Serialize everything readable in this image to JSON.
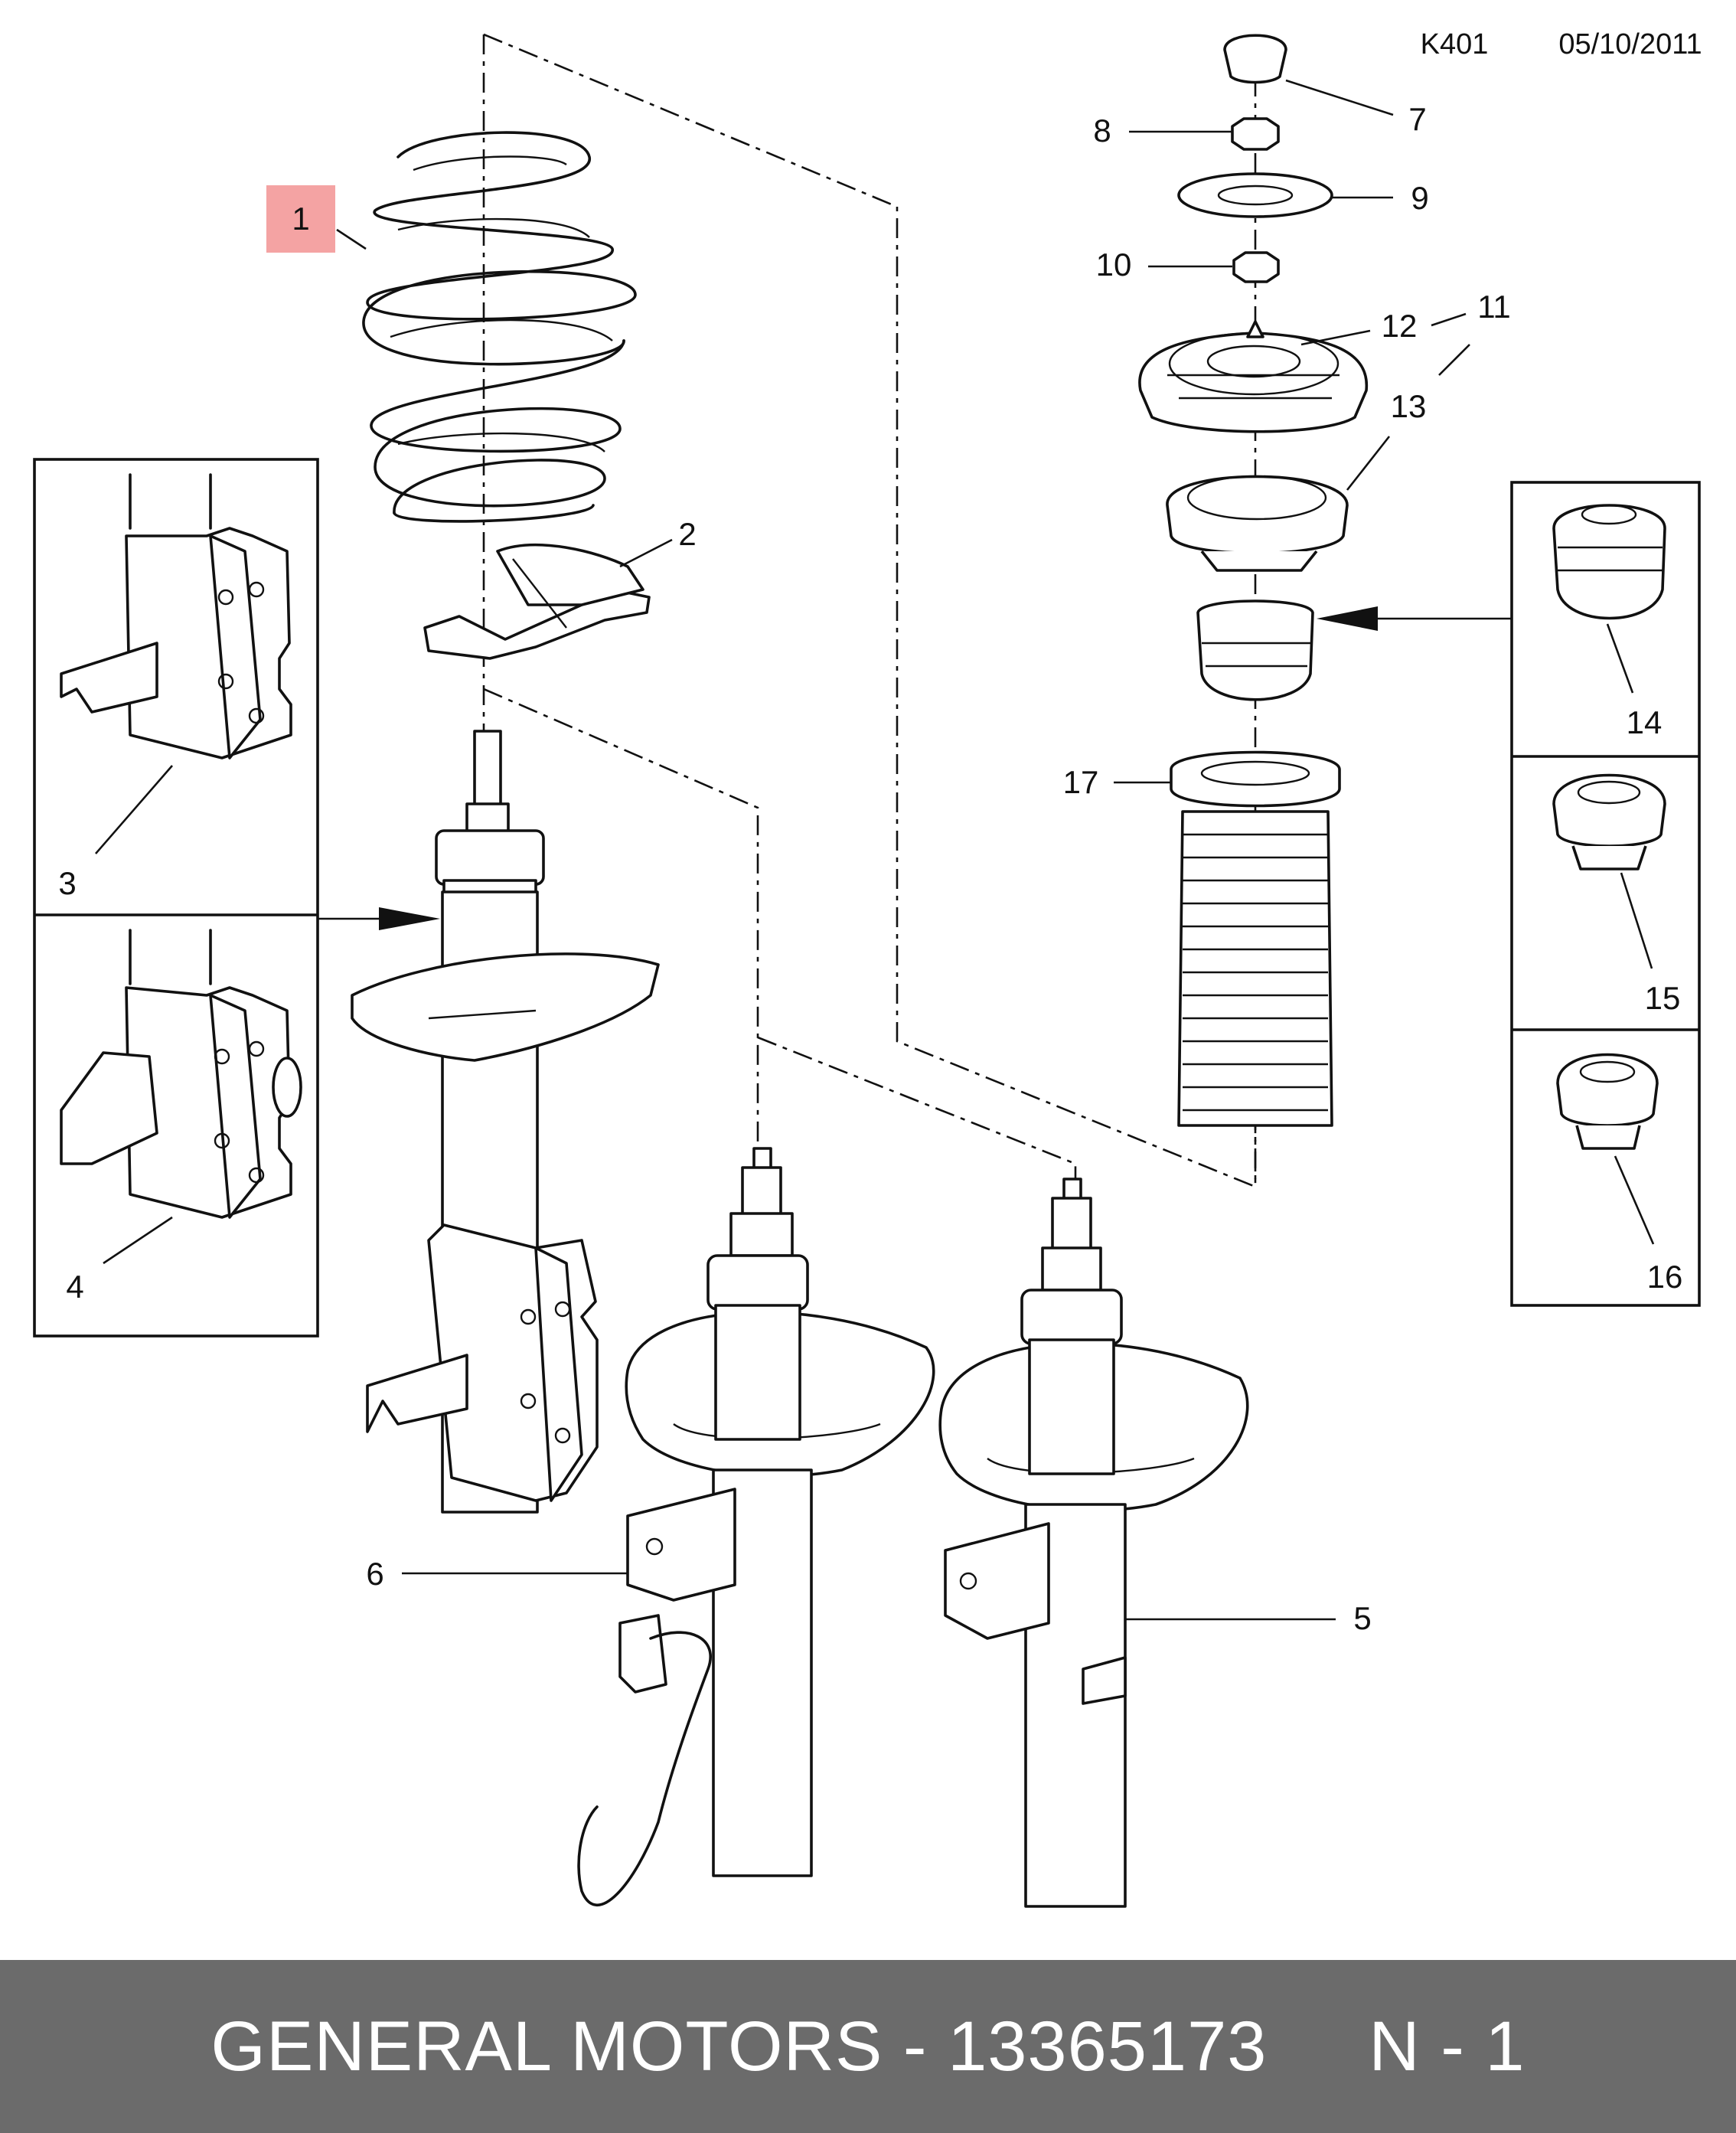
{
  "header": {
    "code": "K401",
    "date": "05/10/2011"
  },
  "diagram": {
    "highlight_color": "#f4a3a3",
    "callouts": {
      "c1": "1",
      "c2": "2",
      "c3": "3",
      "c4": "4",
      "c5": "5",
      "c6": "6",
      "c7": "7",
      "c8": "8",
      "c9": "9",
      "c10": "10",
      "c11": "11",
      "c12": "12",
      "c13": "13",
      "c14": "14",
      "c15": "15",
      "c16": "16",
      "c17": "17"
    }
  },
  "footer": {
    "text": "GENERAL MOTORS - 13365173     N - 1",
    "background": "#6b6b6b"
  }
}
